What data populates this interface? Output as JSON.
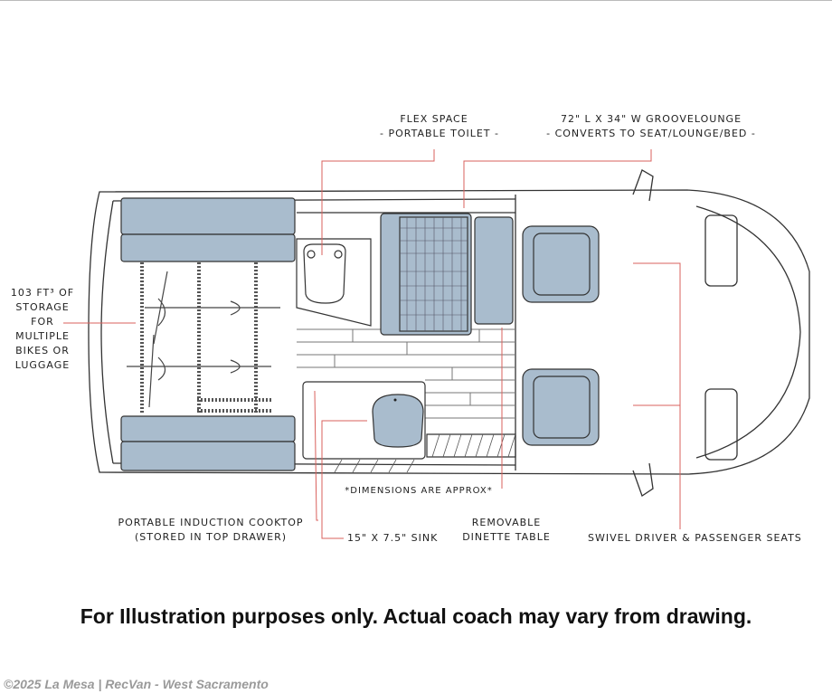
{
  "labels": {
    "flex_space_title": "FLEX SPACE",
    "flex_space_sub": "- PORTABLE TOILET -",
    "lounge_title": "72\" L X 34\" W GROOVELOUNGE",
    "lounge_sub": "- CONVERTS TO SEAT/LOUNGE/BED -",
    "storage_lines": [
      "103 FT³ OF",
      "STORAGE",
      "FOR",
      "MULTIPLE",
      "BIKES OR",
      "LUGGAGE"
    ],
    "dimensions_note": "*DIMENSIONS ARE APPROX*",
    "cooktop_title": "PORTABLE INDUCTION COOKTOP",
    "cooktop_sub": "(STORED IN TOP DRAWER)",
    "sink": "15\" X 7.5\" SINK",
    "dinette_title": "REMOVABLE",
    "dinette_sub": "DINETTE TABLE",
    "seats": "SWIVEL DRIVER & PASSENGER SEATS"
  },
  "disclaimer": "For Illustration purposes only.  Actual coach may vary from drawing.",
  "copyright": "©2025 La Mesa | RecVan - West Sacramento",
  "colors": {
    "cushion": "#a9bccd",
    "callout": "#d9605c",
    "outline": "#333333"
  }
}
